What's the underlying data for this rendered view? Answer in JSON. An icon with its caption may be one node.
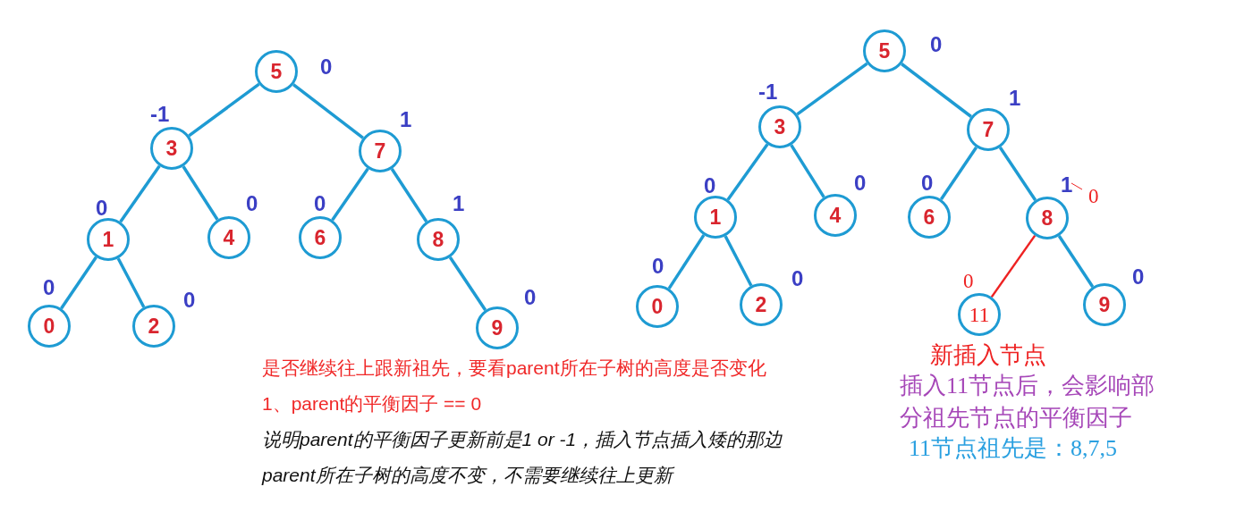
{
  "diagram": {
    "nodes": [
      {
        "text": [
          "5"
        ],
        "beside": [
          "0"
        ]
      },
      {
        "text": [
          "3"
        ],
        "beside": [
          "-1"
        ]
      },
      {
        "text": [
          "7"
        ],
        "beside": [
          "1"
        ]
      },
      {
        "text": [
          "1"
        ],
        "beside": [
          "0"
        ]
      },
      {
        "text": [
          "4"
        ],
        "beside": [
          "0"
        ]
      },
      {
        "text": [
          "6"
        ],
        "beside": [
          "0"
        ]
      },
      {
        "text": [
          "8"
        ],
        "beside": [
          "1"
        ]
      },
      {
        "text": [
          "0"
        ],
        "beside": [
          "0"
        ]
      },
      {
        "text": [
          "2"
        ],
        "beside": [
          "0"
        ]
      },
      {
        "text": [
          "9"
        ],
        "beside": [
          "0"
        ]
      },
      {
        "text": [
          "5"
        ],
        "beside": [
          "0"
        ]
      },
      {
        "text": [
          "3"
        ],
        "beside": [
          "-1"
        ]
      },
      {
        "text": [
          "7"
        ],
        "beside": [
          "1"
        ]
      },
      {
        "text": [
          "1"
        ],
        "beside": [
          "0"
        ]
      },
      {
        "text": [
          "4"
        ],
        "beside": [
          "0"
        ]
      },
      {
        "text": [
          "6"
        ],
        "beside": [
          "0"
        ]
      },
      {
        "text": [
          "8"
        ],
        "beside": [
          "1",
          "0"
        ]
      },
      {
        "text": [
          "0"
        ],
        "beside": [
          "0"
        ]
      },
      {
        "text": [
          "2"
        ],
        "beside": [
          "0"
        ]
      },
      {
        "text": [
          "11"
        ],
        "beside": [
          "0"
        ]
      },
      {
        "text": [
          "9"
        ],
        "beside": [
          "0"
        ]
      }
    ],
    "edges": [
      {
        "from": 0,
        "to": 1,
        "arrow": "none"
      },
      {
        "from": 0,
        "to": 2,
        "arrow": "none"
      },
      {
        "from": 1,
        "to": 3,
        "arrow": "none"
      },
      {
        "from": 1,
        "to": 4,
        "arrow": "none"
      },
      {
        "from": 2,
        "to": 5,
        "arrow": "none"
      },
      {
        "from": 2,
        "to": 6,
        "arrow": "none"
      },
      {
        "from": 3,
        "to": 7,
        "arrow": "none"
      },
      {
        "from": 3,
        "to": 8,
        "arrow": "none"
      },
      {
        "from": 6,
        "to": 9,
        "arrow": "none"
      },
      {
        "from": 10,
        "to": 11,
        "arrow": "none"
      },
      {
        "from": 10,
        "to": 12,
        "arrow": "none"
      },
      {
        "from": 11,
        "to": 13,
        "arrow": "none"
      },
      {
        "from": 11,
        "to": 14,
        "arrow": "none"
      },
      {
        "from": 12,
        "to": 15,
        "arrow": "none"
      },
      {
        "from": 12,
        "to": 16,
        "arrow": "none"
      },
      {
        "from": 13,
        "to": 17,
        "arrow": "none"
      },
      {
        "from": 13,
        "to": 18,
        "arrow": "none"
      },
      {
        "from": 16,
        "to": 19,
        "arrow": "none",
        "color": "#ee2222"
      },
      {
        "from": 16,
        "to": 20,
        "arrow": "none"
      }
    ],
    "labels": [
      "是否继续往上跟新祖先，要看parent所在子树的高度是否变化",
      "1、parent的平衡因子 == 0",
      "说明parent的平衡因子更新前是1 or -1，插入节点插入矮的那边",
      "parent所在子树的高度不变，不需要继续往上更新",
      "新插入节点",
      "插入11节点后，会影响部分祖先节点的平衡因子",
      "11节点祖先是：8,7,5"
    ]
  }
}
